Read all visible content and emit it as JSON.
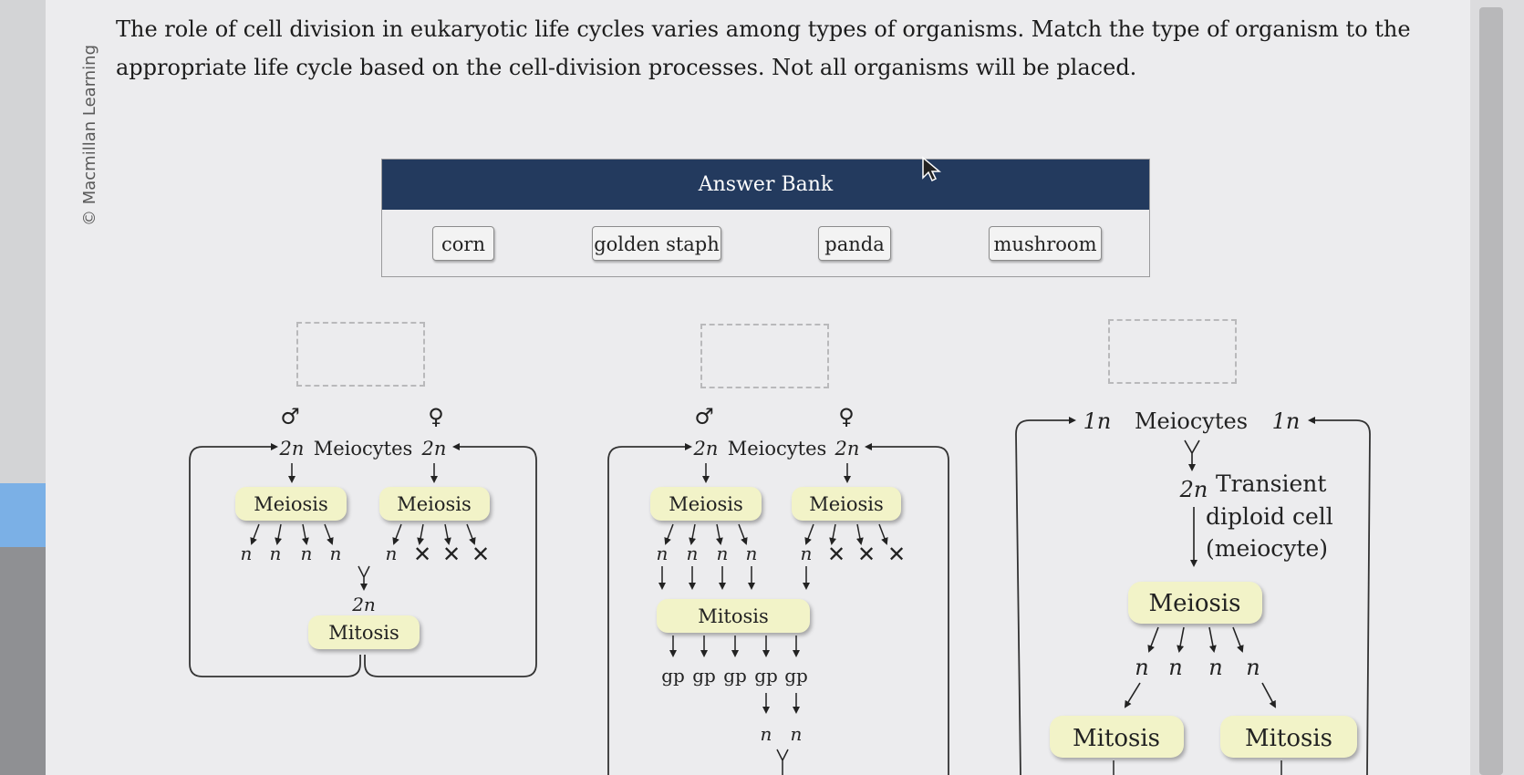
{
  "watermark": "© Macmillan Learning",
  "question": {
    "line1": "The role of cell division in eukaryotic life cycles varies among types of organisms. Match the type of organism to the",
    "line2": "appropriate life cycle based on the cell-division processes. Not all organisms will be placed."
  },
  "answer_bank": {
    "title": "Answer Bank",
    "items": [
      "corn",
      "golden staph",
      "panda",
      "mushroom"
    ]
  },
  "cycle1": {
    "male_symbol": "♂",
    "female_symbol": "♀",
    "left_ploidy": "2n",
    "meiocytes": "Meiocytes",
    "right_ploidy": "2n",
    "meiosis_left": "Meiosis",
    "meiosis_right": "Meiosis",
    "n": "n",
    "x": "✕",
    "zygote": "2n",
    "mitosis": "Mitosis"
  },
  "cycle2": {
    "male_symbol": "♂",
    "female_symbol": "♀",
    "left_ploidy": "2n",
    "meiocytes": "Meiocytes",
    "right_ploidy": "2n",
    "meiosis_left": "Meiosis",
    "meiosis_right": "Meiosis",
    "n": "n",
    "x": "✕",
    "mitosis": "Mitosis",
    "gp": "gp"
  },
  "cycle3": {
    "left_ploidy": "1n",
    "meiocytes": "Meiocytes",
    "right_ploidy": "1n",
    "diploid_ploidy": "2n",
    "transient_line1": "Transient",
    "transient_line2": "diploid cell",
    "transient_line3": "(meiocyte)",
    "meiosis": "Meiosis",
    "n": "n",
    "mitosis_left": "Mitosis",
    "mitosis_right": "Mitosis"
  },
  "colors": {
    "bank_header": "#233a5e",
    "process_box": "#f2f3c8",
    "page_background": "#ececee"
  }
}
